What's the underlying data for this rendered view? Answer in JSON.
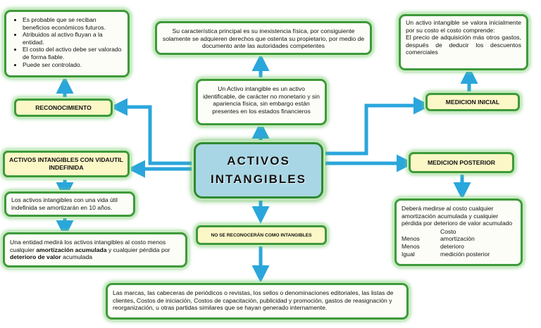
{
  "center": {
    "line1": "ACTIVOS",
    "line2": "INTANGIBLES"
  },
  "reconocimiento": {
    "label": "RECONOCIMIENTO",
    "items": [
      "Es probable que se reciban beneficios económicos futuros.",
      "Atribuidos al activo fluyan a la entidad.",
      "El costo del activo debe ser valorado de forma fiable.",
      "Puede ser controlado."
    ]
  },
  "caracteristica": "Su característica principal es su inexistencia física, por consiguiente solamente se adquieren derechos que ostenta su propietario, por medio de documento ante las autoridades competentes",
  "definicion": "Un Activo intangible es un activo identificable, de carácter no monetario y sin apariencia física, sin embargo están presentes en los estados financieros",
  "medicion_inicial": {
    "label": "MEDICION INICIAL",
    "text": "Un activo intangible se valora inicialmente por su costo el costo comprende:\nEl precio de adquisición más otros gastos, después de deducir los descuentos comerciales"
  },
  "medicion_posterior": {
    "label": "MEDICION POSTERIOR",
    "intro": "Deberá medirse al costo cualquier amortización acumulada y cualquier pérdida por deterioro de valor acumulado",
    "rows": [
      {
        "left": "",
        "right": "Costo"
      },
      {
        "left": "Menos",
        "right": "amortización"
      },
      {
        "left": "Menos",
        "right": "deterioro"
      },
      {
        "left": "Igual",
        "right": "medición posterior"
      }
    ]
  },
  "vida_indefinida": {
    "label": "ACTIVOS INTANGIBLES CON VIDAUTIL INDEFINIDA",
    "vida_util": "Los activos intangibles con una vida útil indefinida se amortizarán en 10 años.",
    "entidad": {
      "pre": "Una entidad medirá los activos intangibles al costo menos cualquier ",
      "bold1": "amortización acumulada",
      "mid": " y cualquier pérdida por ",
      "bold2": "deterioro de valor",
      "post": " acumulada"
    }
  },
  "no_reconoceran": {
    "label": "NO SE RECONOCERÁN COMO INTANGIBLES",
    "text": "Las marcas, las cabeceras de periódicos o revistas, los sellos o denominaciones editoriales, las listas de clientes, Costos de iniciación, Costos de capacitación, publicidad y promoción, gastos de reasignación y reorganización, u otras partidas similares que se hayan generado internamente."
  },
  "colors": {
    "arrow": "#2aa6dc",
    "border": "#3e9a3a",
    "center_fill": "#a9d6e4",
    "header_fill": "#fbf7c6"
  }
}
